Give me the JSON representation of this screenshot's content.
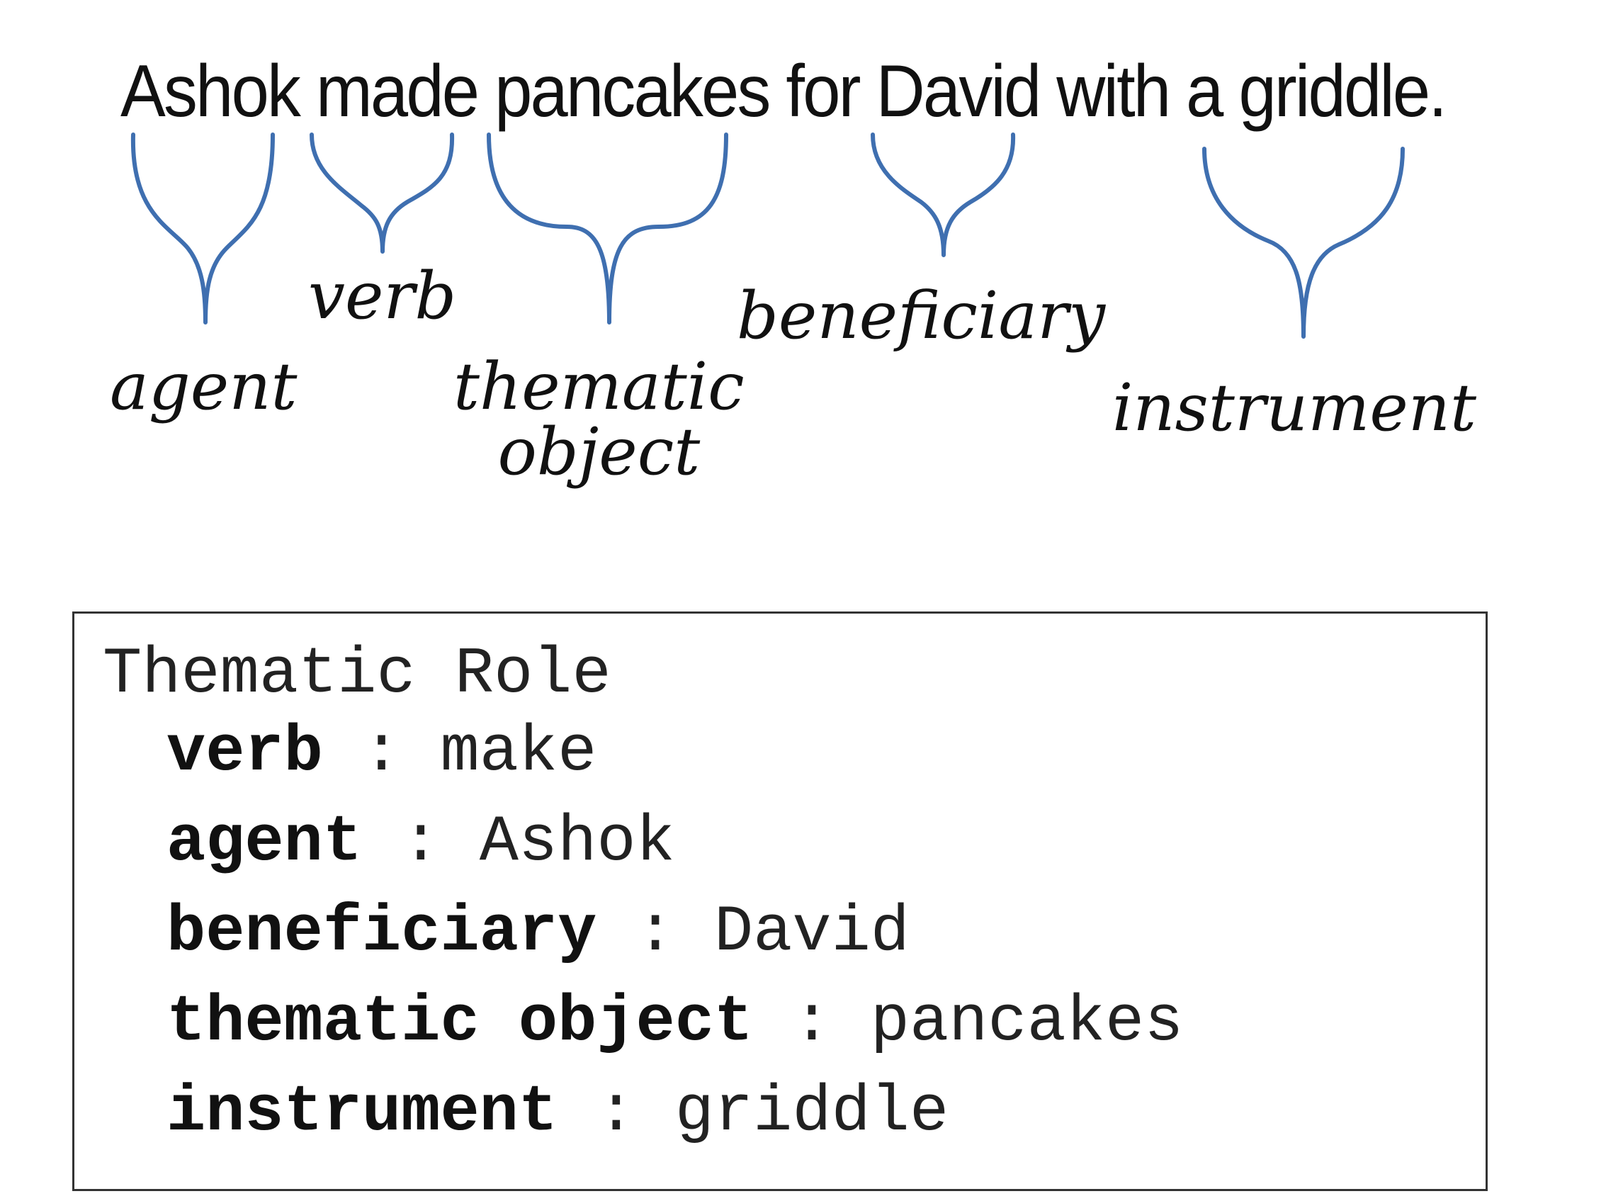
{
  "sentence": "Ashok made pancakes for David with a griddle.",
  "roles": {
    "agent": "agent",
    "verb": "verb",
    "thematic_object_line1": "thematic",
    "thematic_object_line2": "object",
    "beneficiary": "beneficiary",
    "instrument": "instrument"
  },
  "colors": {
    "brace": "#3f6fb0"
  },
  "frame": {
    "title": "Thematic Role",
    "slots": [
      {
        "key": "verb",
        "sep": " : ",
        "value": "make"
      },
      {
        "key": "agent",
        "sep": " : ",
        "value": "Ashok"
      },
      {
        "key": "beneficiary",
        "sep": " : ",
        "value": "David"
      },
      {
        "key": "thematic object",
        "sep": " : ",
        "value": "pancakes"
      },
      {
        "key": "instrument",
        "sep": " : ",
        "value": "griddle"
      }
    ]
  }
}
